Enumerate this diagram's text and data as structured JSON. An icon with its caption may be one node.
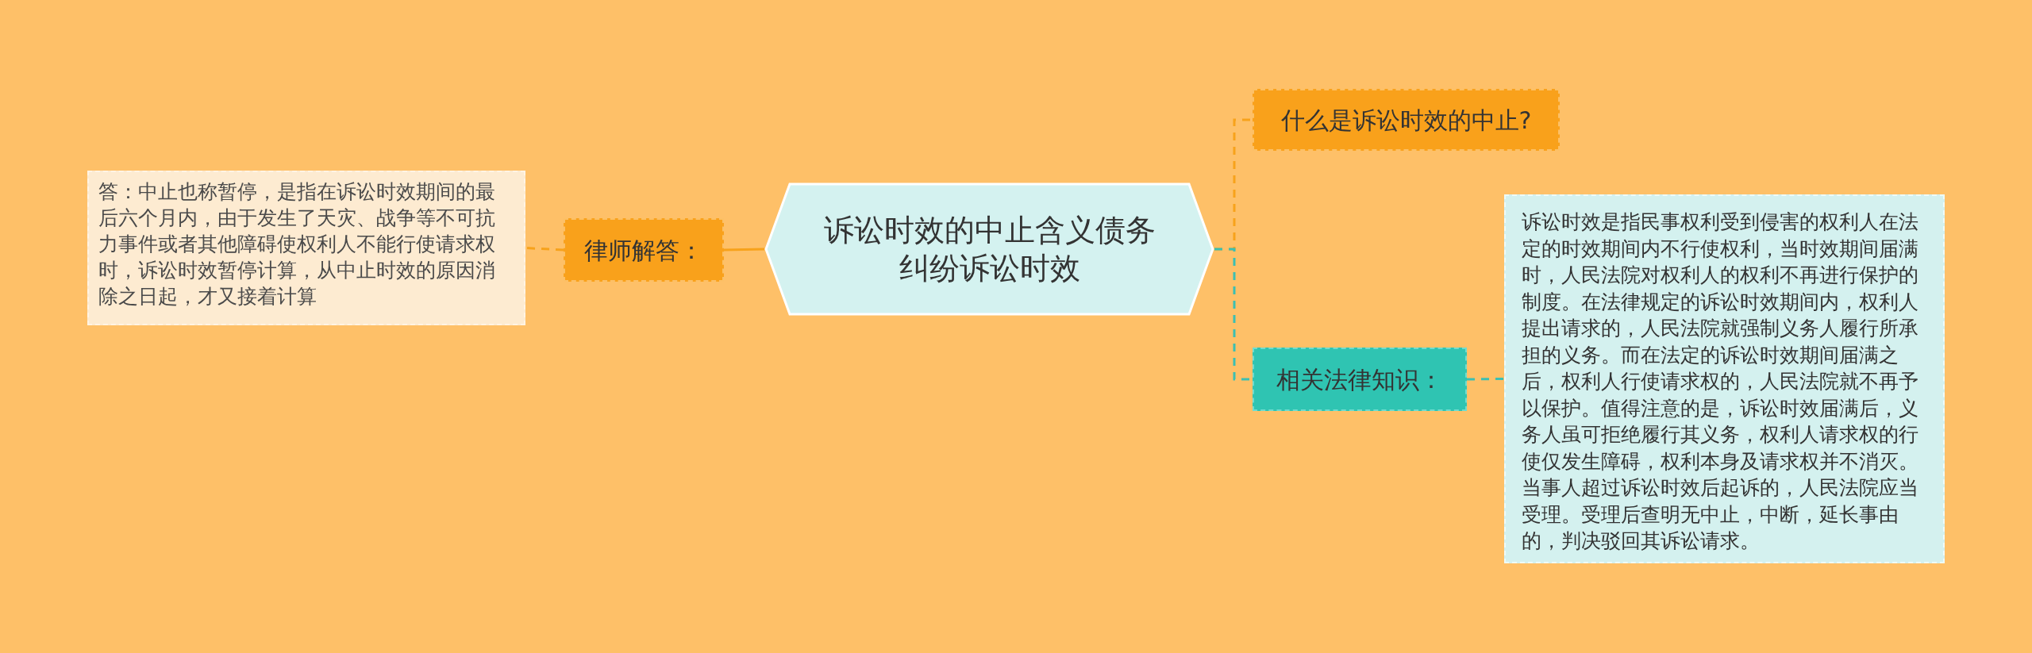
{
  "diagram": {
    "nodes": [
      {
        "text": [
          "诉讼时效的中止含义债务纠纷诉讼时效"
        ]
      },
      {
        "text": [
          "律师解答："
        ]
      },
      {
        "text": [
          "答：中止也称暂停，是指在诉讼时效期间的最后六个月内，由于发生了天灾、战争等不可抗力事件或者其他障碍使权利人不能行使请求权时，诉讼时效暂停计算，从中止时效的原因消除之日起，才又接着计算"
        ]
      },
      {
        "text": [
          "什么是诉讼时效的中止?"
        ]
      },
      {
        "text": [
          "相关法律知识："
        ]
      },
      {
        "text": [
          "诉讼时效是指民事权利受到侵害的权利人在法定的时效期间内不行使权利，当时效期间届满时，人民法院对权利人的权利不再进行保护的制度。在法律规定的诉讼时效期间内，权利人提出请求的，人民法院就强制义务人履行所承担的义务。而在法定的诉讼时效期间届满之后，权利人行使请求权的，人民法院就不再予以保护。值得注意的是，诉讼时效届满后，义务人虽可拒绝履行其义务，权利人请求权的行使仅发生障碍，权利本身及请求权并不消灭。当事人超过诉讼时效后起诉的，人民法院应当受理。受理后查明无中止，中断，延长事由的，判决驳回其诉讼请求。"
        ]
      }
    ],
    "edges": [
      {
        "from": 0,
        "to": 1,
        "arrow": "none"
      },
      {
        "from": 1,
        "to": 2,
        "arrow": "none",
        "style": "dashed"
      },
      {
        "from": 0,
        "to": 3,
        "arrow": "none",
        "style": "dashed"
      },
      {
        "from": 0,
        "to": 4,
        "arrow": "none",
        "style": "dashed",
        "color": "#3cbfb2"
      },
      {
        "from": 4,
        "to": 5,
        "arrow": "none",
        "style": "dashed",
        "color": "#3cbfb2"
      }
    ]
  }
}
